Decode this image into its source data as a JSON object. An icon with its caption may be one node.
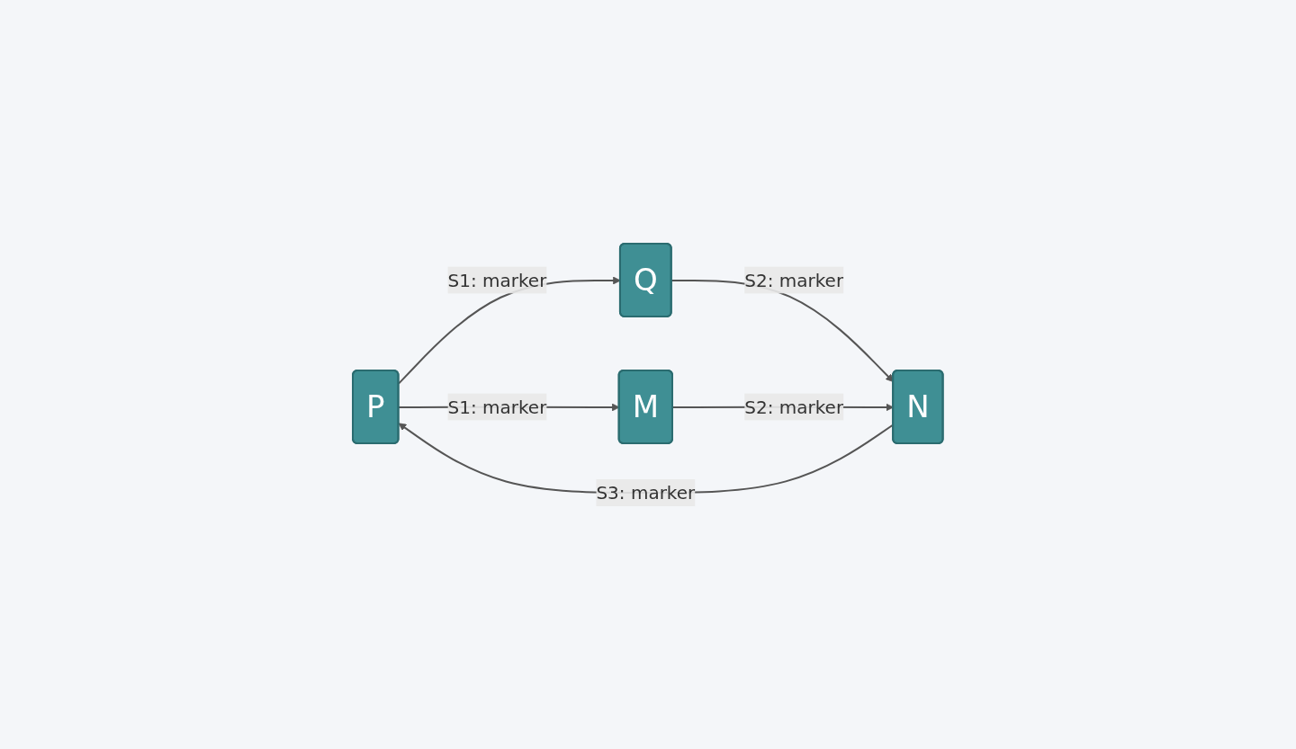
{
  "diagram": {
    "nodes": [
      {
        "text": [
          "P"
        ]
      },
      {
        "text": [
          "Q"
        ]
      },
      {
        "text": [
          "M"
        ]
      },
      {
        "text": [
          "N"
        ]
      }
    ],
    "edges": [
      {
        "from": 0,
        "to": 1,
        "arrow": "to",
        "label": "S1: marker"
      },
      {
        "from": 0,
        "to": 2,
        "arrow": "to",
        "label": "S1: marker"
      },
      {
        "from": 1,
        "to": 3,
        "arrow": "to",
        "label": "S2: marker"
      },
      {
        "from": 2,
        "to": 3,
        "arrow": "to",
        "label": "S2: marker"
      },
      {
        "from": 3,
        "to": 0,
        "arrow": "to",
        "label": "S3: marker"
      }
    ]
  }
}
